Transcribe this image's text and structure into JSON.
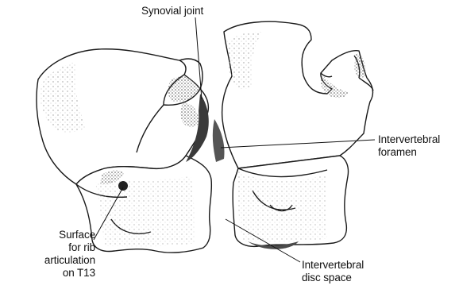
{
  "colors": {
    "ink": "#111111",
    "bone_shadow": "#6a6a6a",
    "background": "#ffffff"
  },
  "labels": {
    "synovial_joint": "Synovial joint",
    "intervertebral_foramen": [
      "Intervertebral",
      "foramen"
    ],
    "surface_rib_articulation": [
      "Surface",
      "for rib",
      "articulation",
      "on T13"
    ],
    "intervertebral_disc_space": [
      "Intervertebral",
      "disc space"
    ]
  }
}
